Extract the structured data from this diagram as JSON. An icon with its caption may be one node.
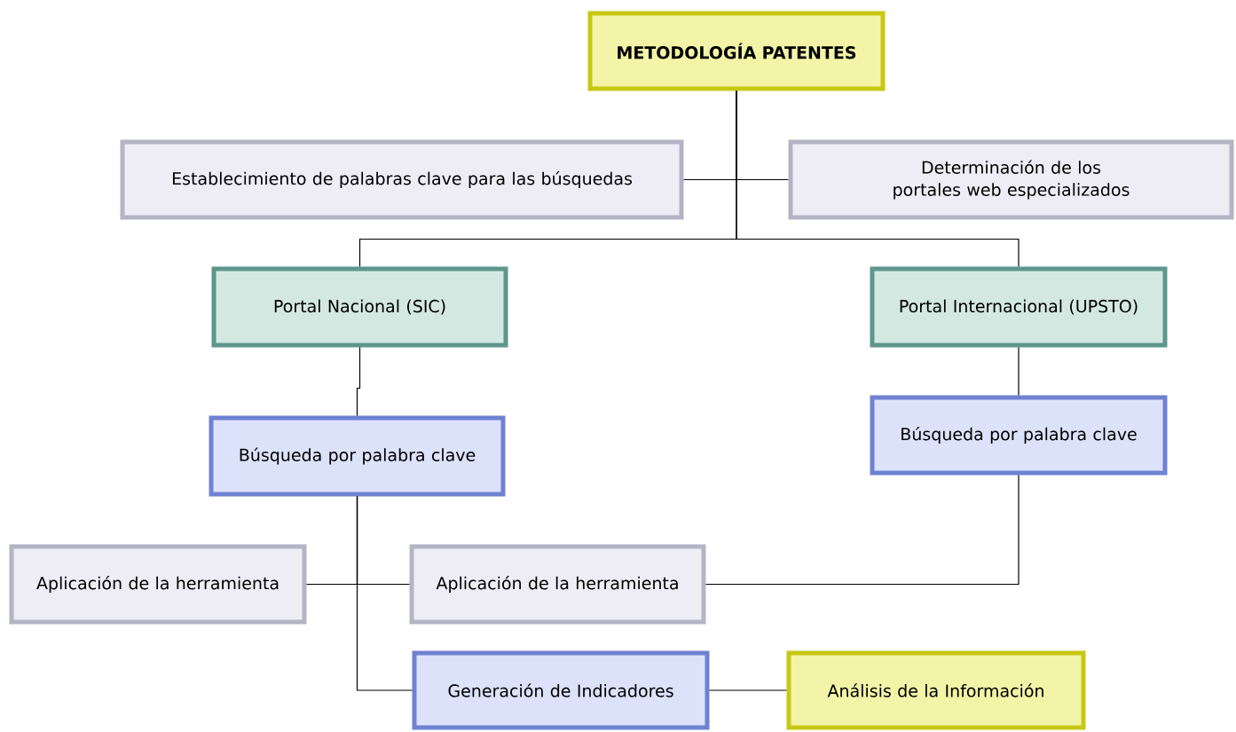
{
  "diagram": {
    "nodes": [
      {
        "text": [
          "METODOLOGÍA PATENTES"
        ]
      },
      {
        "text": [
          "Establecimiento de palabras clave para las búsquedas"
        ]
      },
      {
        "text": [
          "Determinación de los portales web especializados"
        ]
      },
      {
        "text": [
          "Portal Nacional (SIC)"
        ]
      },
      {
        "text": [
          "Portal Internacional (UPSTO)"
        ]
      },
      {
        "text": [
          "Búsqueda por palabra clave"
        ]
      },
      {
        "text": [
          "Búsqueda por palabra clave"
        ]
      },
      {
        "text": [
          "Aplicación de la herramienta"
        ]
      },
      {
        "text": [
          "Aplicación de la herramienta"
        ]
      },
      {
        "text": [
          "Generación de Indicadores"
        ]
      },
      {
        "text": [
          "Análisis de la Información"
        ]
      }
    ],
    "edges": [
      {
        "from": 0,
        "to": 1,
        "arrow": "none"
      },
      {
        "from": 0,
        "to": 2,
        "arrow": "none"
      },
      {
        "from": 0,
        "to": 3,
        "arrow": "none"
      },
      {
        "from": 0,
        "to": 4,
        "arrow": "none"
      },
      {
        "from": 3,
        "to": 5,
        "arrow": "none"
      },
      {
        "from": 4,
        "to": 6,
        "arrow": "none"
      },
      {
        "from": 5,
        "to": 7,
        "arrow": "none"
      },
      {
        "from": 5,
        "to": 8,
        "arrow": "none"
      },
      {
        "from": 5,
        "to": 9,
        "arrow": "none"
      },
      {
        "from": 6,
        "to": 8,
        "arrow": "none"
      },
      {
        "from": 9,
        "to": 10,
        "arrow": "none"
      }
    ]
  }
}
